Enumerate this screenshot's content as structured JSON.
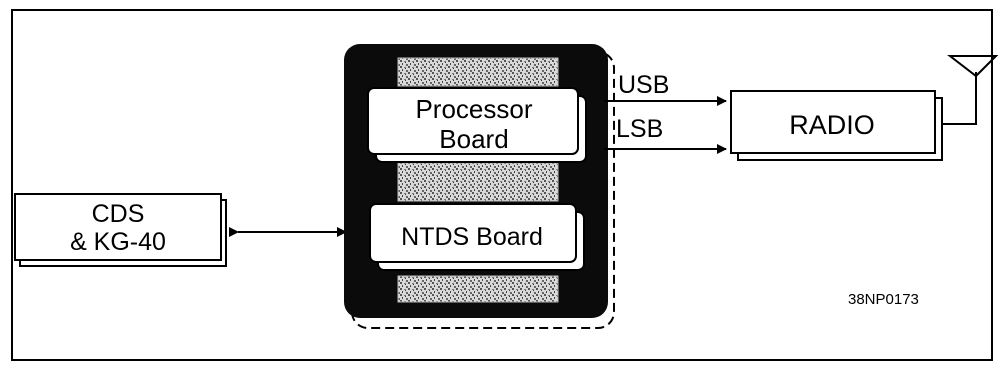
{
  "diagram": {
    "cds_box": {
      "line1": "CDS",
      "line2": "& KG-40"
    },
    "processor_board": {
      "line1": "Processor",
      "line2": "Board"
    },
    "ntds_board": {
      "label": "NTDS Board"
    },
    "usb_label": "USB",
    "lsb_label": "LSB",
    "radio_label": "RADIO",
    "figure_id": "38NP0173"
  }
}
